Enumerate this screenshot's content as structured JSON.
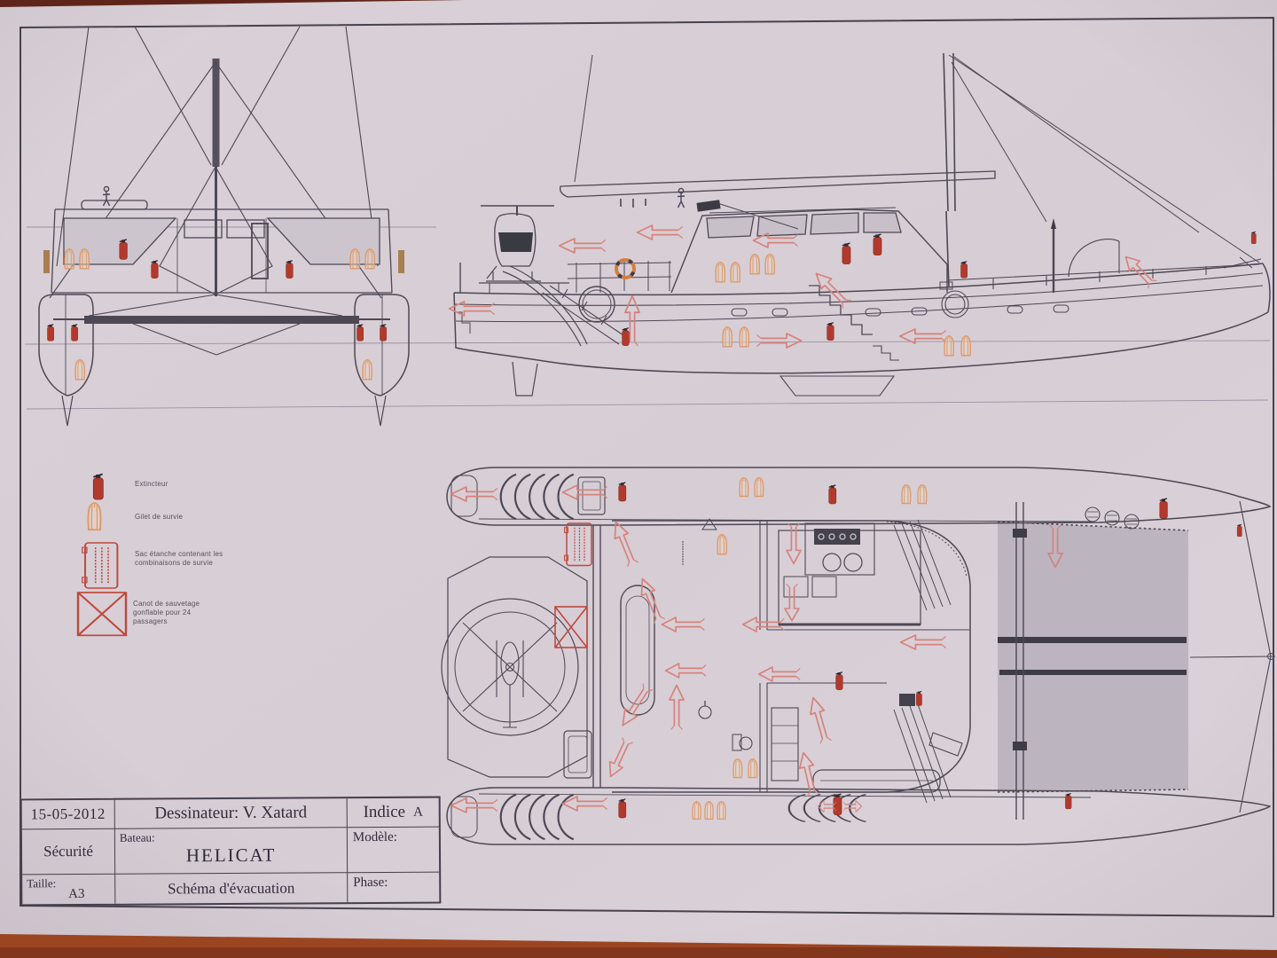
{
  "title_block": {
    "date": "15-05-2012",
    "designer": "Dessinateur: V. Xatard",
    "indice_label": "Indice",
    "indice_value": "A",
    "category": "Sécurité",
    "boat_label": "Bateau:",
    "boat_name": "HELICAT",
    "model_label": "Modèle:",
    "size_label": "Taille:",
    "size_value": "A3",
    "drawing_title": "Schéma d'évacuation",
    "phase_label": "Phase:"
  },
  "legend": {
    "items": [
      {
        "symbol": "fire-extinguisher",
        "label": "Extincteur"
      },
      {
        "symbol": "life-jacket",
        "label": "Gilet de survie"
      },
      {
        "symbol": "survival-suit-bag",
        "label": "Sac étanche contenant les\ncombinaisons de survie"
      },
      {
        "symbol": "life-raft",
        "label": "Canot de sauvetage\ngonflable pour 24\npassagers"
      }
    ]
  },
  "colors": {
    "paper": "#d8cfd6",
    "ink": "#4c4854",
    "table_background": "#9c4521",
    "arrow_red": "#d5837c",
    "extinguisher_red": "#b23a2c",
    "life_jacket_orange": "#dd9a6d",
    "safety_red": "#c0483a"
  }
}
